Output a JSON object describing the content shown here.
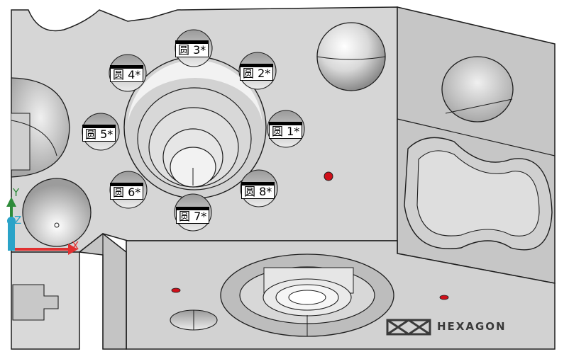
{
  "colors": {
    "background": "#ffffff",
    "part_face_front": "#d6d6d6",
    "part_face_top": "#cfcfcf",
    "part_face_side": "#c2c2c2",
    "edge": "#1e1e1e",
    "marker_red": "#d0101a",
    "axis_x": "#e03030",
    "axis_y": "#2e8b3a",
    "axis_z": "#2aa3c8"
  },
  "feature_labels": [
    {
      "id": "circle-1",
      "text": "圆 1*"
    },
    {
      "id": "circle-2",
      "text": "圆 2*"
    },
    {
      "id": "circle-3",
      "text": "圆 3*"
    },
    {
      "id": "circle-4",
      "text": "圆 4*"
    },
    {
      "id": "circle-5",
      "text": "圆 5*"
    },
    {
      "id": "circle-6",
      "text": "圆 6*"
    },
    {
      "id": "circle-7",
      "text": "圆 7*"
    },
    {
      "id": "circle-8",
      "text": "圆 8*"
    }
  ],
  "triad": {
    "x_label": "X",
    "y_label": "Y",
    "z_label": "Z"
  },
  "logo": {
    "icon": "hexagon-logo-icon",
    "text": "HEXAGON"
  }
}
